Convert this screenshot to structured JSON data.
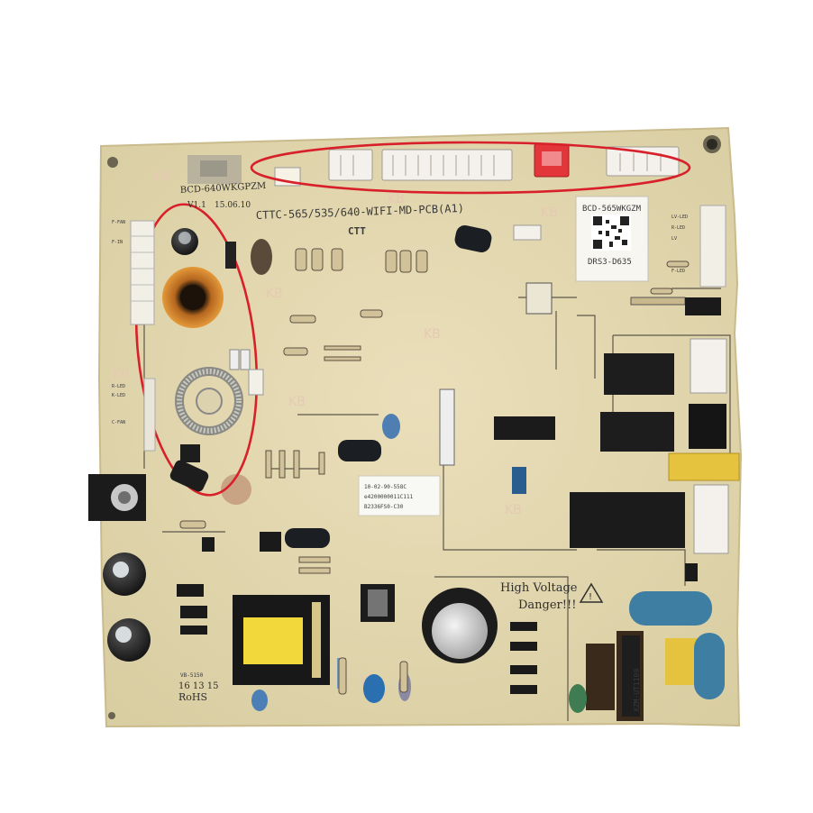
{
  "board": {
    "model_top": "BCD-640WKGPZM",
    "version": "V1.1",
    "date": "15.06.10",
    "part_number": "CTTC-565/535/640-WIFI-MD-PCB(A1)",
    "brand": "CTT",
    "label_model": "BCD-565WKGZM",
    "label_code": "DRS3-D635",
    "sticker_line1": "10-02-90-558C",
    "sticker_line2": "e4200000011C111",
    "sticker_line3": "B2336FS0-C30",
    "warning_line1": "High  Voltage",
    "warning_line2": "Danger!!!",
    "rohs": "RoHS",
    "batch_line1": "16 13 15",
    "batch_line2": "VB-5150",
    "inductor_label": "XZM-UT1109",
    "left_pins": [
      "F-FAN",
      "F-IN",
      "C-FAN",
      "R-LED",
      "K-LED"
    ],
    "right_pins": [
      "LV-LED",
      "R-LED",
      "LV",
      "F-LED"
    ]
  },
  "annotations": {
    "highlight_color": "#d8202a"
  }
}
